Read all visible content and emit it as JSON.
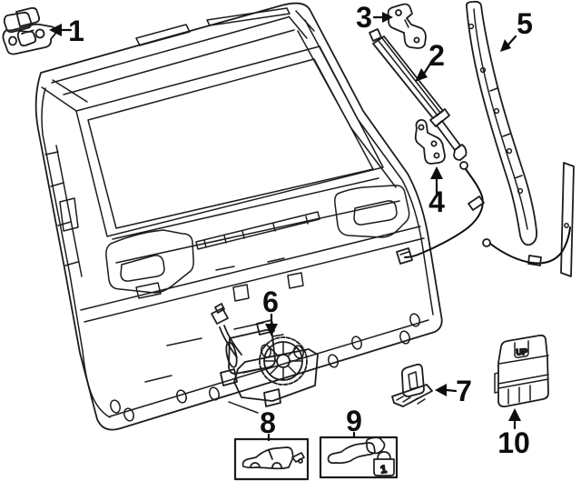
{
  "figure": {
    "type": "exploded-parts-line-diagram",
    "subject": "liftgate back door components",
    "background_color": "#ffffff",
    "line_color": "#1c1c1c"
  },
  "callouts": [
    {
      "label": "1"
    },
    {
      "label": "2"
    },
    {
      "label": "3"
    },
    {
      "label": "4"
    },
    {
      "label": "5"
    },
    {
      "label": "6"
    },
    {
      "label": "7"
    },
    {
      "label": "8"
    },
    {
      "label": "9"
    },
    {
      "label": "10"
    }
  ],
  "module": {
    "embossed_text": "UP"
  },
  "label_box_9": {
    "lock_text": "1"
  }
}
